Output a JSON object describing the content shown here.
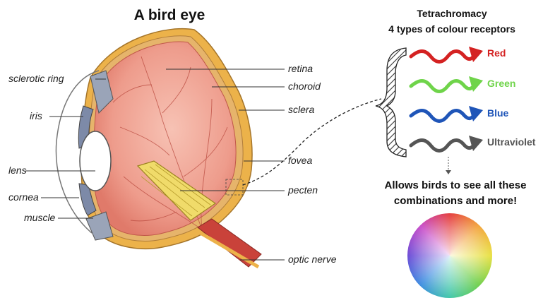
{
  "title": "A bird eye",
  "eye_labels": {
    "sclerotic_ring": "sclerotic ring",
    "iris": "iris",
    "lens": "lens",
    "cornea": "cornea",
    "muscle": "muscle",
    "retina": "retina",
    "choroid": "choroid",
    "sclera": "sclera",
    "fovea": "fovea",
    "pecten": "pecten",
    "optic_nerve": "optic nerve"
  },
  "tetrachromacy": {
    "heading": "Tetrachromacy",
    "subheading": "4 types of colour receptors",
    "receptors": [
      {
        "label": "Red",
        "color": "#d42222"
      },
      {
        "label": "Green",
        "color": "#6fd44a"
      },
      {
        "label": "Blue",
        "color": "#1f55b8"
      },
      {
        "label": "Ultraviolet",
        "color": "#555555"
      }
    ]
  },
  "conclusion": {
    "line1": "Allows birds to see all these",
    "line2": "combinations and more!"
  },
  "wheel_icon": "color-wheel"
}
